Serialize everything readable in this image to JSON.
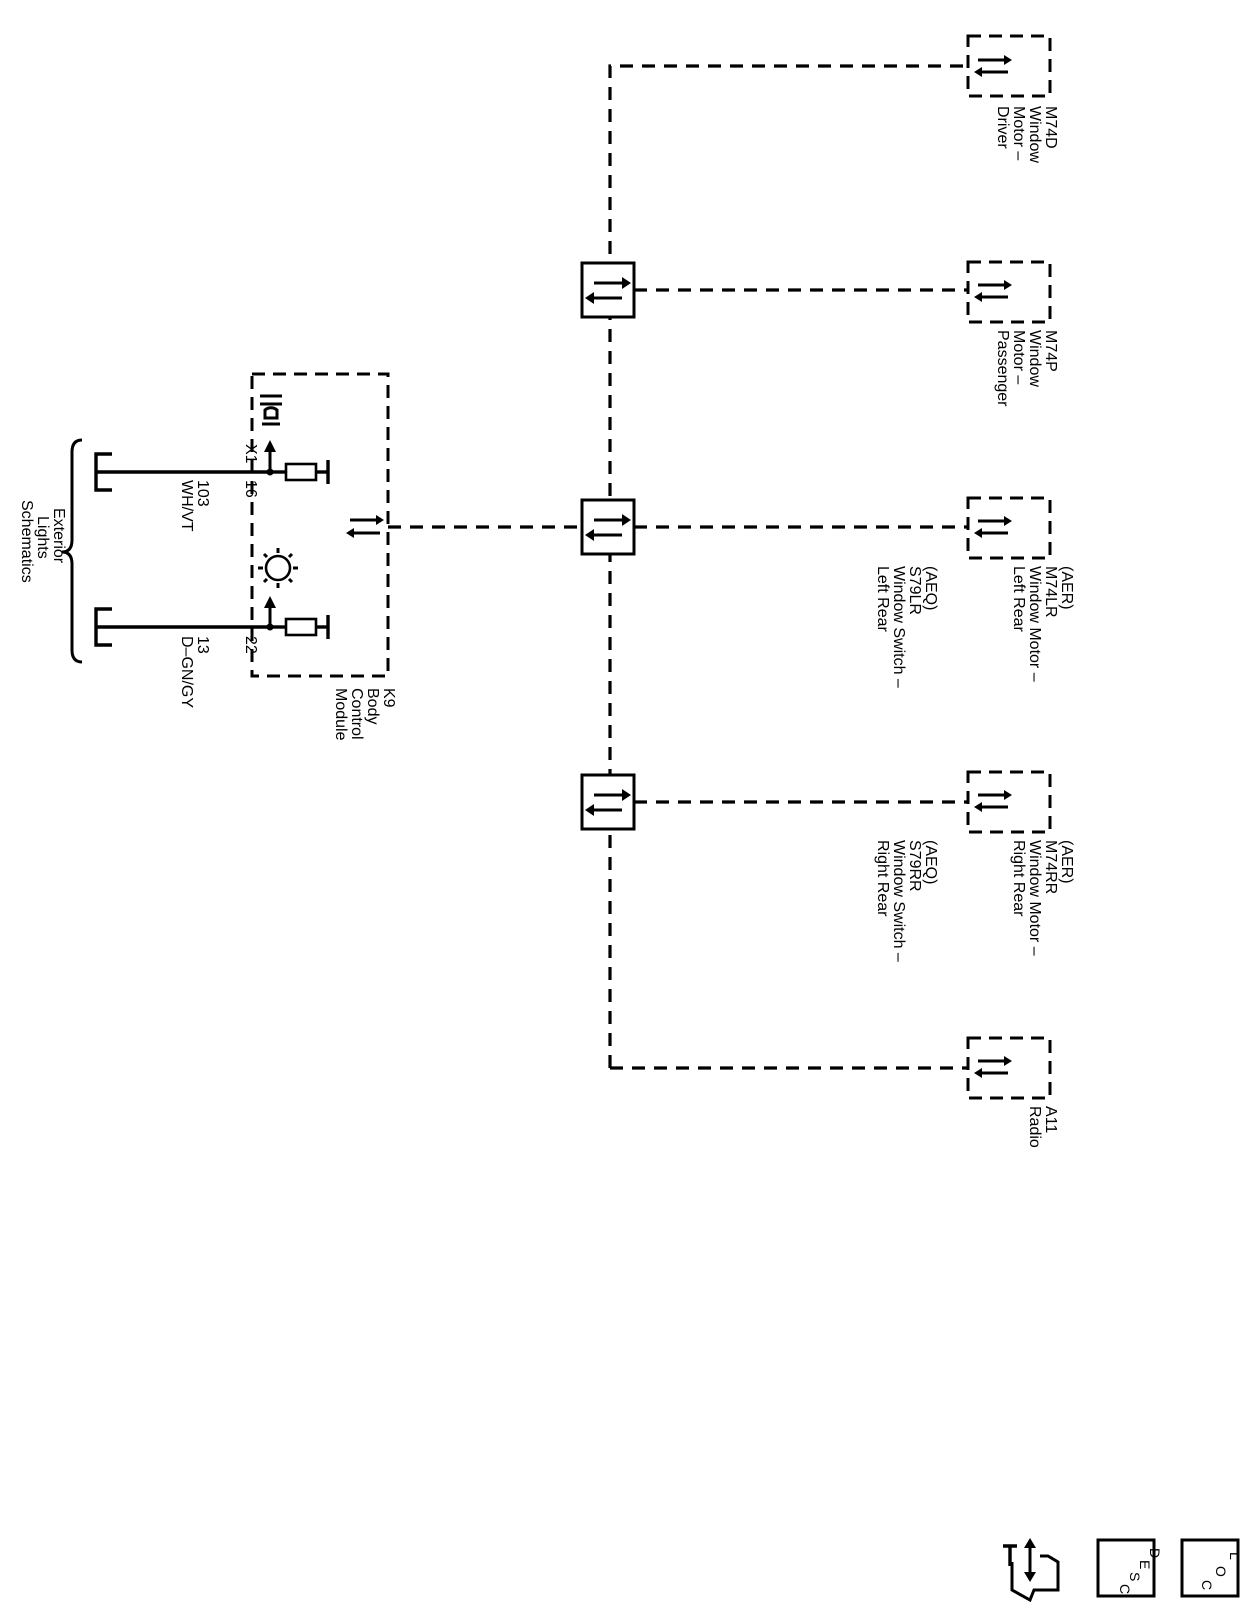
{
  "modules": {
    "m74d": {
      "id": "M74D",
      "lines": [
        "Window",
        "Motor –",
        "Driver"
      ]
    },
    "m74p": {
      "id": "M74P",
      "lines": [
        "Window",
        "Motor –",
        "Passenger"
      ]
    },
    "m74lr": {
      "option": "(AER)",
      "id": "M74LR",
      "lines": [
        "Window Motor –",
        "Left Rear"
      ]
    },
    "s79lr": {
      "option": "(AEQ)",
      "id": "S79LR",
      "lines": [
        "Window Switch –",
        "Left Rear"
      ]
    },
    "m74rr": {
      "option": "(AER)",
      "id": "M74RR",
      "lines": [
        "Window Motor –",
        "Right Rear"
      ]
    },
    "s79rr": {
      "option": "(AEQ)",
      "id": "S79RR",
      "lines": [
        "Window Switch –",
        "Right Rear"
      ]
    },
    "a11": {
      "id": "A11",
      "lines": [
        "Radio"
      ]
    },
    "k9": {
      "id": "K9",
      "lines": [
        "Body",
        "Control",
        "Module"
      ]
    }
  },
  "connector": {
    "name": "X1"
  },
  "circuits": [
    {
      "pin": "16",
      "circuit": "103",
      "color": "WH/VT"
    },
    {
      "pin": "22",
      "circuit": "13",
      "color": "D–GN/GY"
    }
  ],
  "reference": {
    "lines": [
      "Exterior",
      "Lights",
      "Schematics"
    ]
  },
  "legend": {
    "desc": [
      "D",
      "E",
      "S",
      "C"
    ],
    "loc": [
      "L",
      "O",
      "C"
    ]
  }
}
